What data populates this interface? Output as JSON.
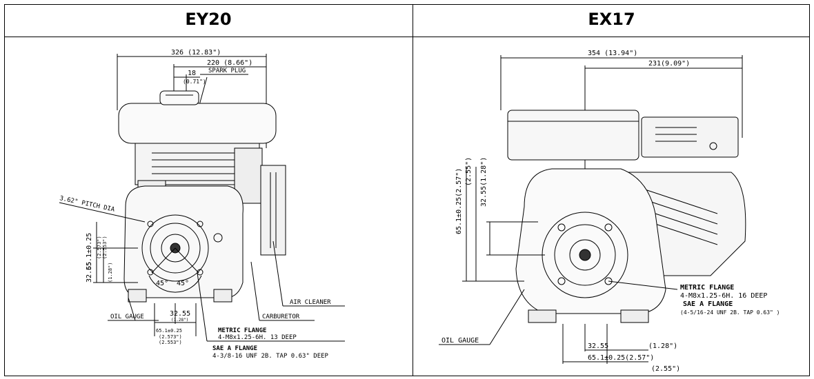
{
  "panels": {
    "left": {
      "title": "EY20",
      "dim_overall": "326 (12.83\")",
      "dim_220": "220 (8.66\")",
      "dim_18": "18",
      "dim_18_in": "(0.71\")",
      "spark_plug": "SPARK PLUG",
      "pitch_dia": "3.62\" PITCH DIA",
      "v_651": "65.1±0.25",
      "v_651_in_a": "(2.573\")",
      "v_651_in_b": "(2.553\")",
      "v_3255": "32.55",
      "v_3255_in": "(1.28\")",
      "angle_a": "45°",
      "angle_b": "45°",
      "oil_gauge": "OIL GAUGE",
      "h_3255": "32.55",
      "h_3255_in": "(1.28\")",
      "h_651": "65.1±0.25",
      "h_651_in_a": "(2.573\")",
      "h_651_in_b": "(2.553\")",
      "air_cleaner": "AIR CLEANER",
      "carburetor": "CARBURETOR",
      "metric_flange": "METRIC FLANGE",
      "metric_spec": "4-M8x1.25-6H. 13 DEEP",
      "sae_flange": "SAE A FLANGE",
      "sae_spec": "4-3/8-16 UNF 2B. TAP 0.63\" DEEP"
    },
    "right": {
      "title": "EX17",
      "dim_354": "354 (13.94\")",
      "dim_231": "231(9.09\")",
      "v_651": "65.1±0.25(2.57\")",
      "v_651_b": "(2.55\")",
      "v_3255": "32.55(1.28\")",
      "metric_flange": "METRIC FLANGE",
      "metric_spec": "4-M8x1.25-6H. 16 DEEP",
      "sae_flange": "SAE A FLANGE",
      "sae_spec": "(4-5/16-24 UNF 2B. TAP 0.63\" )",
      "oil_gauge": "OIL GAUGE",
      "h_3255": "32.55",
      "h_3255_in": "(1.28\")",
      "h_651": "65.1±0.25(2.57\")",
      "h_651_b": "(2.55\")"
    }
  }
}
